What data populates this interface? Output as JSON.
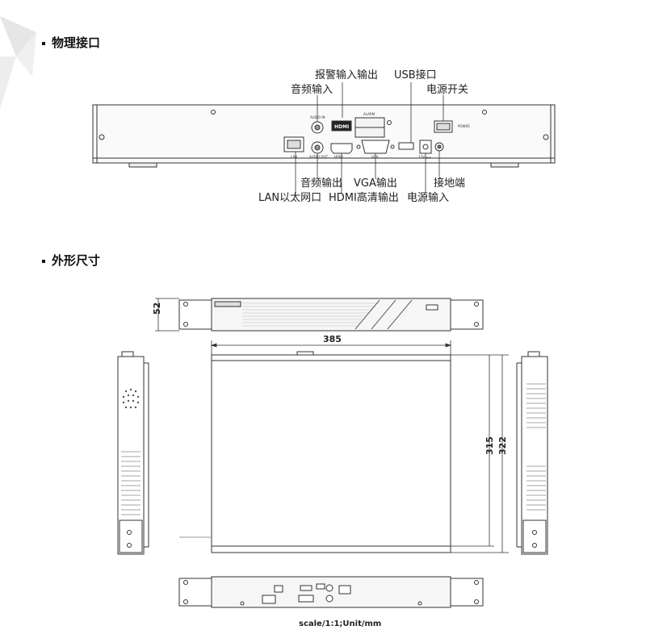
{
  "sections": {
    "interfaces_title": "物理接口",
    "dimensions_title": "外形尺寸"
  },
  "callouts": {
    "alarm": "报警输入输出",
    "usb": "USB接口",
    "audio_in": "音频输入",
    "power_switch": "电源开关",
    "audio_out": "音频输出",
    "vga": "VGA输出",
    "ground": "接地端",
    "lan": "LAN以太网口",
    "hdmi": "HDMI高清输出",
    "power_in": "电源输入"
  },
  "panel_labels": {
    "audio_in": "AUDIO IN",
    "alarm": "ALARM",
    "audio_out": "AUDIO OUT",
    "lan": "LAN",
    "hdmi": "HDMI",
    "vga": "VGA",
    "power": "POWER",
    "dc": "12V ==",
    "hdmi_logo": "HDMI"
  },
  "dimensions": {
    "height": "52",
    "width": "385",
    "depth_inner": "315",
    "depth_outer": "322"
  },
  "footer": {
    "scale": "scale/1:1;Unit/mm"
  }
}
